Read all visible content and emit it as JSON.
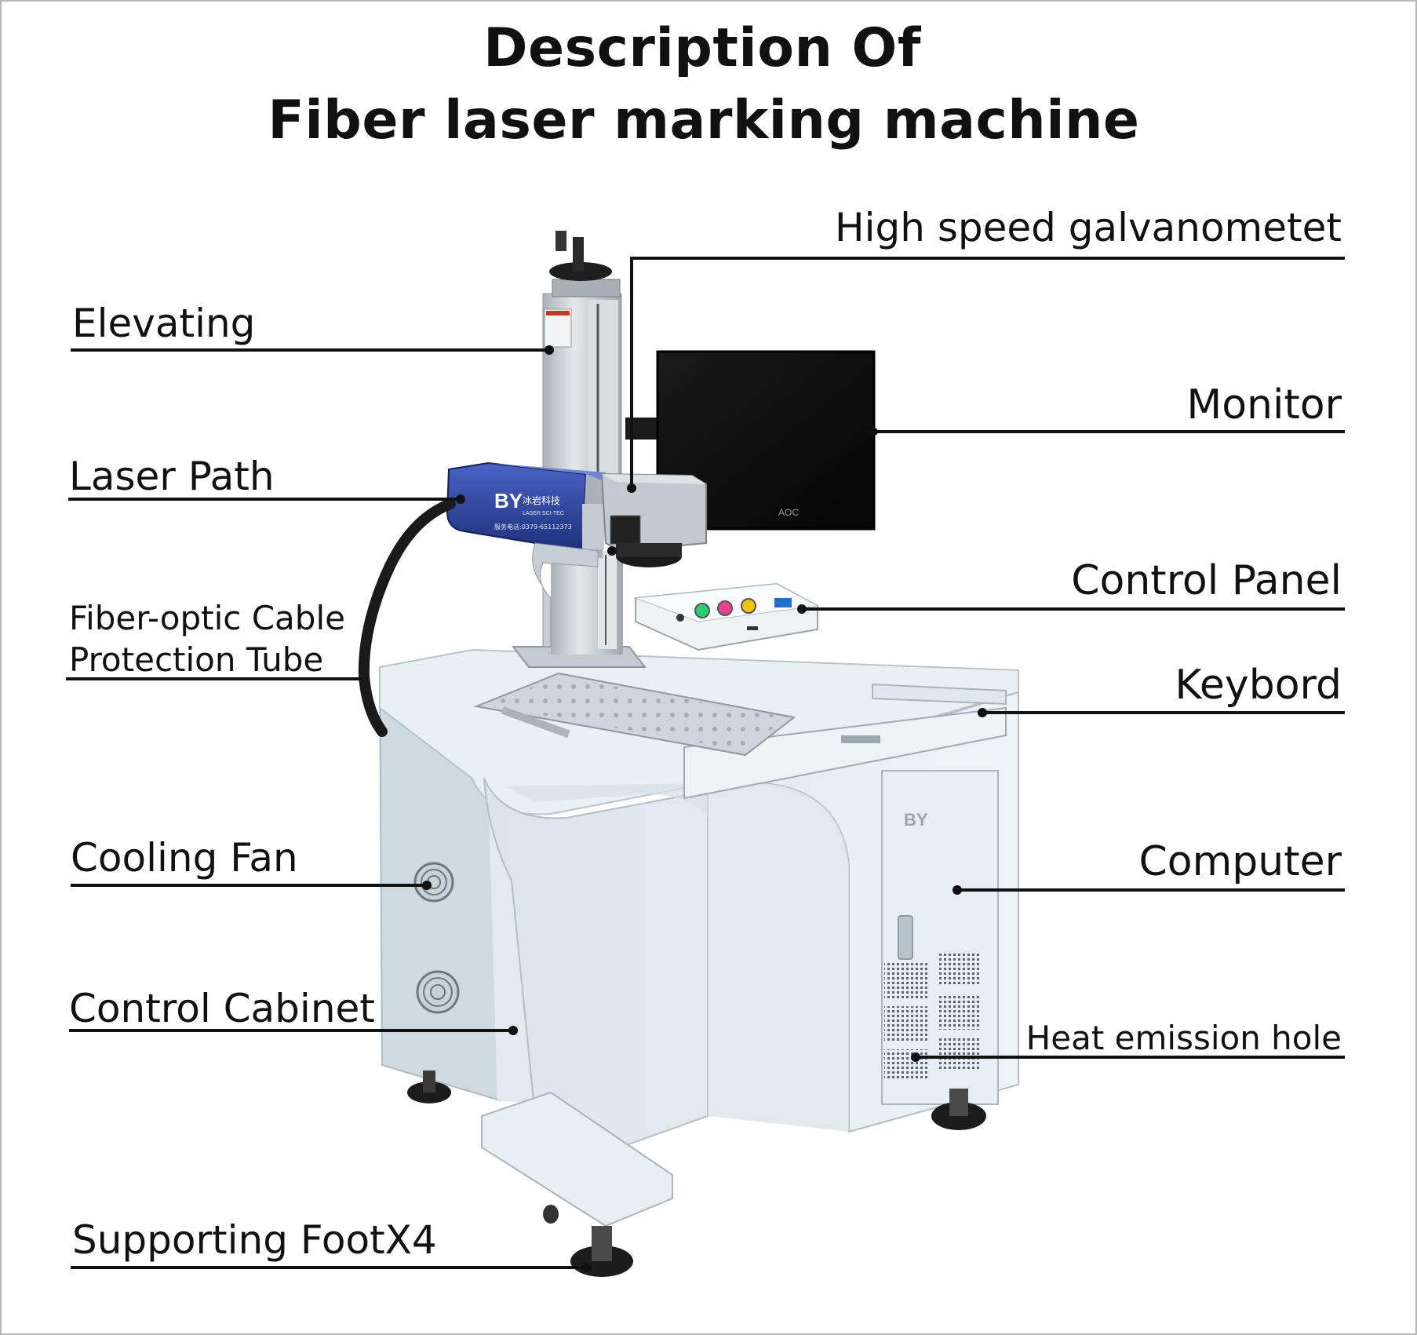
{
  "title": {
    "line1": "Description Of",
    "line2": "Fiber laser marking machine"
  },
  "labels": {
    "galvanometer": "High speed galvanometet",
    "elevating": "Elevating",
    "monitor": "Monitor",
    "laser_path": "Laser Path",
    "control_panel": "Control Panel",
    "fiber_cable_line1": "Fiber-optic Cable",
    "fiber_cable_line2": "Protection Tube",
    "keyboard": "Keybord",
    "cooling_fan": "Cooling Fan",
    "computer": "Computer",
    "control_cabinet": "Control Cabinet",
    "heat_emission": "Heat emission hole",
    "supporting_foot": "Supporting FootX4"
  },
  "machine": {
    "brand_logo": "BY",
    "brand_name": "冰岩科技",
    "brand_subtitle": "LASER SCI-TEC",
    "service_line": "服务电话:0379-65112373",
    "monitor_logo": "AOC"
  },
  "colors": {
    "line": "#111111",
    "cabinet": "#dfe7ec",
    "cabinet_shadow": "#c3ced6",
    "laser_head_blue": "#2a3f9a",
    "column_metal": "#c9ced2"
  }
}
